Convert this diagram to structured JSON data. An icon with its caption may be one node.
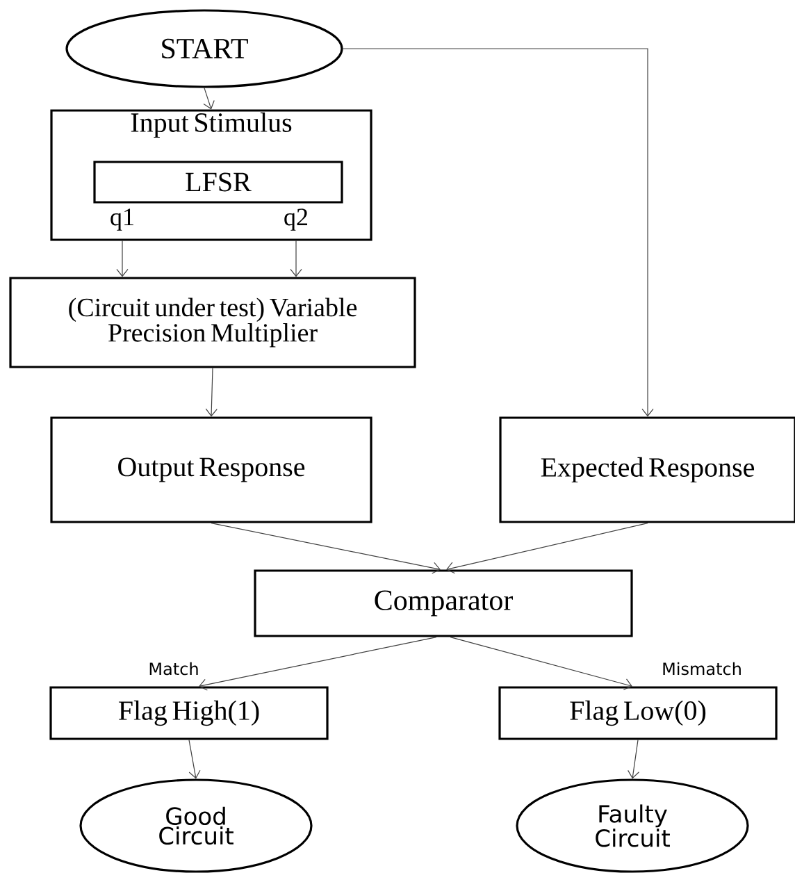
{
  "diagram": {
    "nodes": [
      {
        "text": [
          "START"
        ]
      },
      {
        "text": [
          "Input Stimulus"
        ]
      },
      {
        "text": [
          "LFSR"
        ],
        "in": 1
      },
      {
        "text": [
          "(Circuit under test) Variable Precision Multiplier"
        ]
      },
      {
        "text": [
          "Output Response"
        ]
      },
      {
        "text": [
          "Expected Response"
        ]
      },
      {
        "text": [
          "Comparator"
        ]
      },
      {
        "text": [
          "Flag High(1)"
        ]
      },
      {
        "text": [
          "Flag Low(0)"
        ]
      },
      {
        "text": [
          "Good Circuit"
        ]
      },
      {
        "text": [
          "Faulty Circuit"
        ]
      }
    ],
    "edges": [
      {
        "from": 0,
        "to": 1,
        "arrow": "to"
      },
      {
        "from": 0,
        "to": 5,
        "arrow": "to"
      },
      {
        "from": 1,
        "to": 3,
        "arrow": "to",
        "label": "q1"
      },
      {
        "from": 1,
        "to": 3,
        "arrow": "to",
        "label": "q2"
      },
      {
        "from": 3,
        "to": 4,
        "arrow": "to"
      },
      {
        "from": 4,
        "to": 6,
        "arrow": "to"
      },
      {
        "from": 5,
        "to": 6,
        "arrow": "to"
      },
      {
        "from": 6,
        "to": 7,
        "arrow": "to",
        "label": "Match"
      },
      {
        "from": 6,
        "to": 8,
        "arrow": "to",
        "label": "Mismatch"
      },
      {
        "from": 7,
        "to": 9,
        "arrow": "to"
      },
      {
        "from": 8,
        "to": 10,
        "arrow": "to"
      }
    ]
  }
}
